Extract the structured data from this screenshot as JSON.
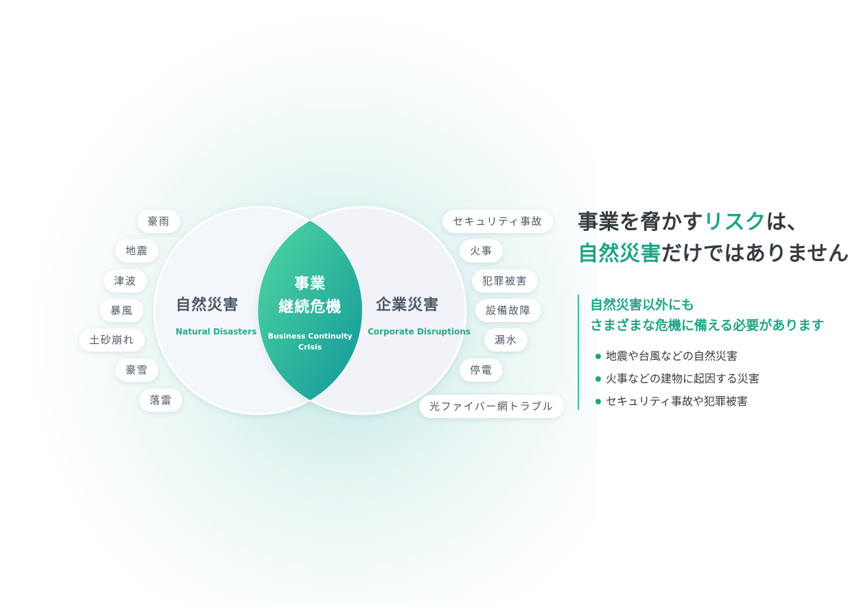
{
  "natural": {
    "title": "自然災害",
    "subtitle": "Natural Disasters",
    "items": [
      "豪雨",
      "地震",
      "津波",
      "暴風",
      "土砂崩れ",
      "豪雪",
      "落雷"
    ]
  },
  "corporate": {
    "title": "企業災害",
    "subtitle": "Corporate Disruptions",
    "items": [
      "セキュリティ事故",
      "火事",
      "犯罪被害",
      "設備故障",
      "漏水",
      "停電",
      "光ファイバー網トラブル"
    ]
  },
  "center": {
    "title_line1": "事業",
    "title_line2": "継続危機",
    "sub_line1": "Business Continuity",
    "sub_line2": "Crisis"
  },
  "heading": {
    "line1_a": "事業を脅かす",
    "line1_b": "リスク",
    "line1_c": "は、",
    "line2_a": "自然災害",
    "line2_b": "だけではありません"
  },
  "subheading": {
    "line1": "自然災害以外にも",
    "line2": "さまざまな危機に備える必要があります"
  },
  "bullets": [
    "地震や台風などの自然災害",
    "火事などの建物に起因する災害",
    "セキュリティ事故や犯罪被害"
  ],
  "colors": {
    "accent": "#1fa386",
    "lens_start": "#4fd3a0",
    "lens_end": "#129a9a"
  }
}
